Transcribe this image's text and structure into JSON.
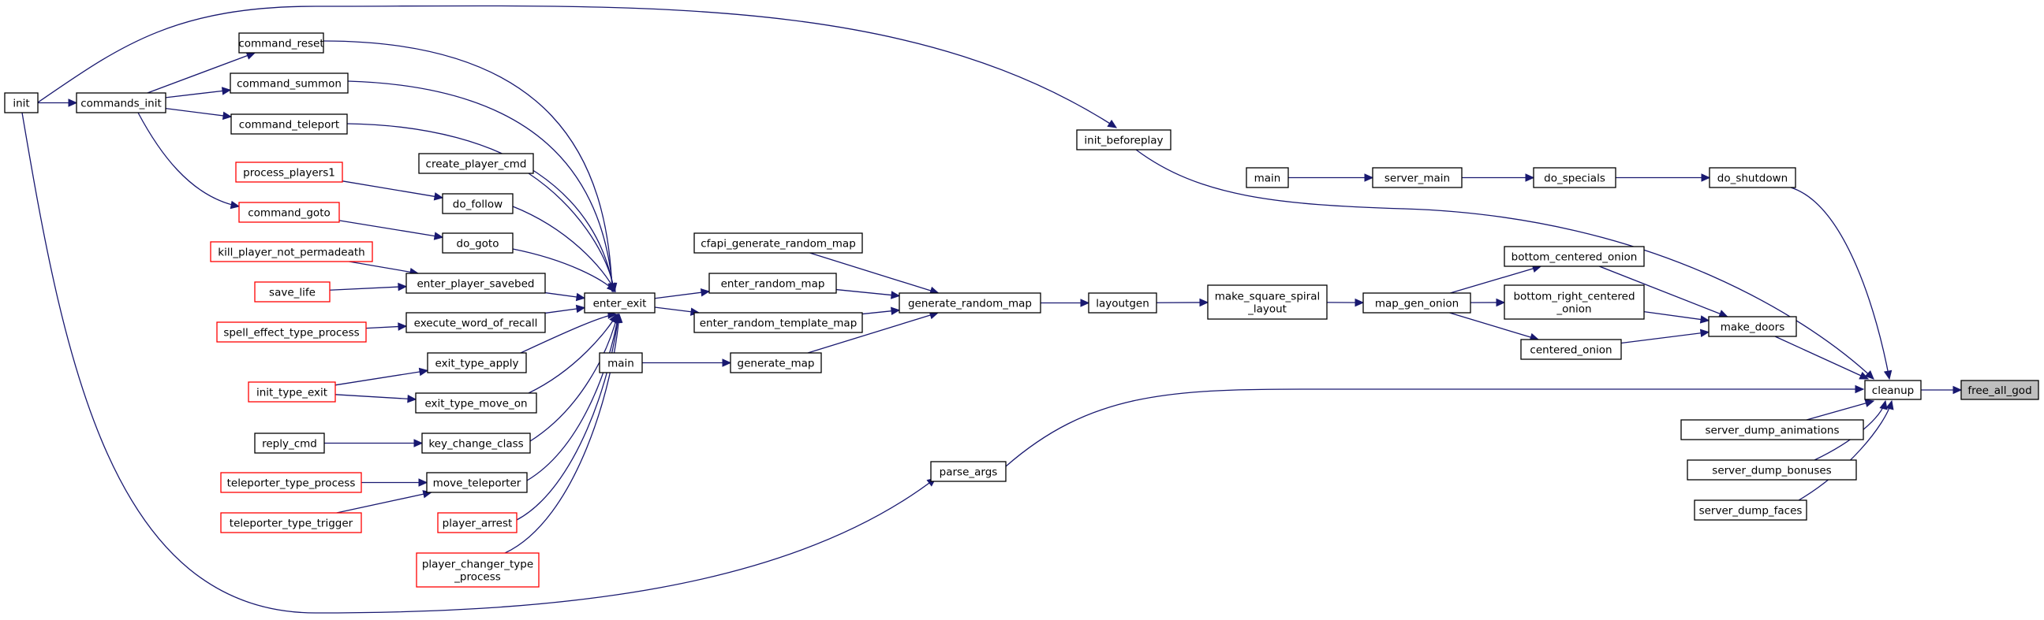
{
  "graph": {
    "colors": {
      "edge": "#191970",
      "node_border": "#000000",
      "truncated_border": "#ff0000",
      "target_fill": "#bfbfbf",
      "node_fill": "#ffffff"
    },
    "nodes": [
      {
        "id": "free_all_god",
        "label": "free_all_god",
        "style": "target"
      },
      {
        "id": "cleanup",
        "label": "cleanup",
        "style": "normal"
      },
      {
        "id": "init_beforeplay",
        "label": "init_beforeplay",
        "style": "normal"
      },
      {
        "id": "do_shutdown",
        "label": "do_shutdown",
        "style": "normal"
      },
      {
        "id": "do_specials",
        "label": "do_specials",
        "style": "normal"
      },
      {
        "id": "server_main",
        "label": "server_main",
        "style": "normal"
      },
      {
        "id": "main_top",
        "label": "main",
        "style": "normal"
      },
      {
        "id": "bottom_centered_onion",
        "label": "bottom_centered_onion",
        "style": "normal"
      },
      {
        "id": "bottom_right_centered_onion",
        "label": "bottom_right_centered\n_onion",
        "style": "normal"
      },
      {
        "id": "centered_onion",
        "label": "centered_onion",
        "style": "normal"
      },
      {
        "id": "make_doors",
        "label": "make_doors",
        "style": "normal"
      },
      {
        "id": "map_gen_onion",
        "label": "map_gen_onion",
        "style": "normal"
      },
      {
        "id": "make_square_spiral_layout",
        "label": "make_square_spiral\n_layout",
        "style": "normal"
      },
      {
        "id": "layoutgen",
        "label": "layoutgen",
        "style": "normal"
      },
      {
        "id": "generate_random_map",
        "label": "generate_random_map",
        "style": "normal"
      },
      {
        "id": "cfapi_generate_random_map",
        "label": "cfapi_generate_random_map",
        "style": "normal"
      },
      {
        "id": "enter_random_map",
        "label": "enter_random_map",
        "style": "normal"
      },
      {
        "id": "enter_random_template_map",
        "label": "enter_random_template_map",
        "style": "normal"
      },
      {
        "id": "generate_map",
        "label": "generate_map",
        "style": "normal"
      },
      {
        "id": "main_mid",
        "label": "main",
        "style": "normal"
      },
      {
        "id": "enter_exit",
        "label": "enter_exit",
        "style": "normal"
      },
      {
        "id": "parse_args",
        "label": "parse_args",
        "style": "normal"
      },
      {
        "id": "server_dump_animations",
        "label": "server_dump_animations",
        "style": "normal"
      },
      {
        "id": "server_dump_bonuses",
        "label": "server_dump_bonuses",
        "style": "normal"
      },
      {
        "id": "server_dump_faces",
        "label": "server_dump_faces",
        "style": "normal"
      },
      {
        "id": "init",
        "label": "init",
        "style": "normal"
      },
      {
        "id": "commands_init",
        "label": "commands_init",
        "style": "normal"
      },
      {
        "id": "command_reset",
        "label": "command_reset",
        "style": "normal"
      },
      {
        "id": "command_summon",
        "label": "command_summon",
        "style": "normal"
      },
      {
        "id": "command_teleport",
        "label": "command_teleport",
        "style": "normal"
      },
      {
        "id": "command_goto",
        "label": "command_goto",
        "style": "truncated"
      },
      {
        "id": "process_players1",
        "label": "process_players1",
        "style": "truncated"
      },
      {
        "id": "create_player_cmd",
        "label": "create_player_cmd",
        "style": "normal"
      },
      {
        "id": "do_follow",
        "label": "do_follow",
        "style": "normal"
      },
      {
        "id": "do_goto",
        "label": "do_goto",
        "style": "normal"
      },
      {
        "id": "kill_player_not_permadeath",
        "label": "kill_player_not_permadeath",
        "style": "truncated"
      },
      {
        "id": "save_life",
        "label": "save_life",
        "style": "truncated"
      },
      {
        "id": "enter_player_savebed",
        "label": "enter_player_savebed",
        "style": "normal"
      },
      {
        "id": "spell_effect_type_process",
        "label": "spell_effect_type_process",
        "style": "truncated"
      },
      {
        "id": "execute_word_of_recall",
        "label": "execute_word_of_recall",
        "style": "normal"
      },
      {
        "id": "exit_type_apply",
        "label": "exit_type_apply",
        "style": "normal"
      },
      {
        "id": "init_type_exit",
        "label": "init_type_exit",
        "style": "truncated"
      },
      {
        "id": "exit_type_move_on",
        "label": "exit_type_move_on",
        "style": "normal"
      },
      {
        "id": "reply_cmd",
        "label": "reply_cmd",
        "style": "normal"
      },
      {
        "id": "key_change_class",
        "label": "key_change_class",
        "style": "normal"
      },
      {
        "id": "teleporter_type_process",
        "label": "teleporter_type_process",
        "style": "truncated"
      },
      {
        "id": "move_teleporter",
        "label": "move_teleporter",
        "style": "normal"
      },
      {
        "id": "teleporter_type_trigger",
        "label": "teleporter_type_trigger",
        "style": "truncated"
      },
      {
        "id": "player_arrest",
        "label": "player_arrest",
        "style": "truncated"
      },
      {
        "id": "player_changer_type_process",
        "label": "player_changer_type\n_process",
        "style": "truncated"
      }
    ],
    "edges": [
      {
        "from": "cleanup",
        "to": "free_all_god"
      },
      {
        "from": "init_beforeplay",
        "to": "cleanup"
      },
      {
        "from": "do_shutdown",
        "to": "cleanup"
      },
      {
        "from": "make_doors",
        "to": "cleanup"
      },
      {
        "from": "parse_args",
        "to": "cleanup"
      },
      {
        "from": "server_dump_animations",
        "to": "cleanup"
      },
      {
        "from": "server_dump_bonuses",
        "to": "cleanup"
      },
      {
        "from": "server_dump_faces",
        "to": "cleanup"
      },
      {
        "from": "do_specials",
        "to": "do_shutdown"
      },
      {
        "from": "server_main",
        "to": "do_specials"
      },
      {
        "from": "main_top",
        "to": "server_main"
      },
      {
        "from": "bottom_centered_onion",
        "to": "make_doors"
      },
      {
        "from": "bottom_right_centered_onion",
        "to": "make_doors"
      },
      {
        "from": "centered_onion",
        "to": "make_doors"
      },
      {
        "from": "map_gen_onion",
        "to": "bottom_centered_onion"
      },
      {
        "from": "map_gen_onion",
        "to": "bottom_right_centered_onion"
      },
      {
        "from": "map_gen_onion",
        "to": "centered_onion"
      },
      {
        "from": "make_square_spiral_layout",
        "to": "map_gen_onion"
      },
      {
        "from": "layoutgen",
        "to": "make_square_spiral_layout"
      },
      {
        "from": "generate_random_map",
        "to": "layoutgen"
      },
      {
        "from": "cfapi_generate_random_map",
        "to": "generate_random_map"
      },
      {
        "from": "enter_random_map",
        "to": "generate_random_map"
      },
      {
        "from": "enter_random_template_map",
        "to": "generate_random_map"
      },
      {
        "from": "generate_map",
        "to": "generate_random_map"
      },
      {
        "from": "main_mid",
        "to": "generate_map"
      },
      {
        "from": "enter_exit",
        "to": "enter_random_map"
      },
      {
        "from": "enter_exit",
        "to": "enter_random_template_map"
      },
      {
        "from": "init",
        "to": "init_beforeplay"
      },
      {
        "from": "init",
        "to": "commands_init"
      },
      {
        "from": "init",
        "to": "parse_args"
      },
      {
        "from": "commands_init",
        "to": "command_reset"
      },
      {
        "from": "commands_init",
        "to": "command_summon"
      },
      {
        "from": "commands_init",
        "to": "command_teleport"
      },
      {
        "from": "commands_init",
        "to": "command_goto"
      },
      {
        "from": "command_reset",
        "to": "enter_exit"
      },
      {
        "from": "command_summon",
        "to": "enter_exit"
      },
      {
        "from": "command_teleport",
        "to": "enter_exit"
      },
      {
        "from": "create_player_cmd",
        "to": "enter_exit"
      },
      {
        "from": "do_follow",
        "to": "enter_exit"
      },
      {
        "from": "do_goto",
        "to": "enter_exit"
      },
      {
        "from": "enter_player_savebed",
        "to": "enter_exit"
      },
      {
        "from": "execute_word_of_recall",
        "to": "enter_exit"
      },
      {
        "from": "exit_type_apply",
        "to": "enter_exit"
      },
      {
        "from": "exit_type_move_on",
        "to": "enter_exit"
      },
      {
        "from": "key_change_class",
        "to": "enter_exit"
      },
      {
        "from": "move_teleporter",
        "to": "enter_exit"
      },
      {
        "from": "player_arrest",
        "to": "enter_exit"
      },
      {
        "from": "player_changer_type_process",
        "to": "enter_exit"
      },
      {
        "from": "process_players1",
        "to": "do_follow"
      },
      {
        "from": "command_goto",
        "to": "do_goto"
      },
      {
        "from": "kill_player_not_permadeath",
        "to": "enter_player_savebed"
      },
      {
        "from": "save_life",
        "to": "enter_player_savebed"
      },
      {
        "from": "spell_effect_type_process",
        "to": "execute_word_of_recall"
      },
      {
        "from": "init_type_exit",
        "to": "exit_type_apply"
      },
      {
        "from": "init_type_exit",
        "to": "exit_type_move_on"
      },
      {
        "from": "reply_cmd",
        "to": "key_change_class"
      },
      {
        "from": "teleporter_type_process",
        "to": "move_teleporter"
      },
      {
        "from": "teleporter_type_trigger",
        "to": "move_teleporter"
      }
    ]
  }
}
